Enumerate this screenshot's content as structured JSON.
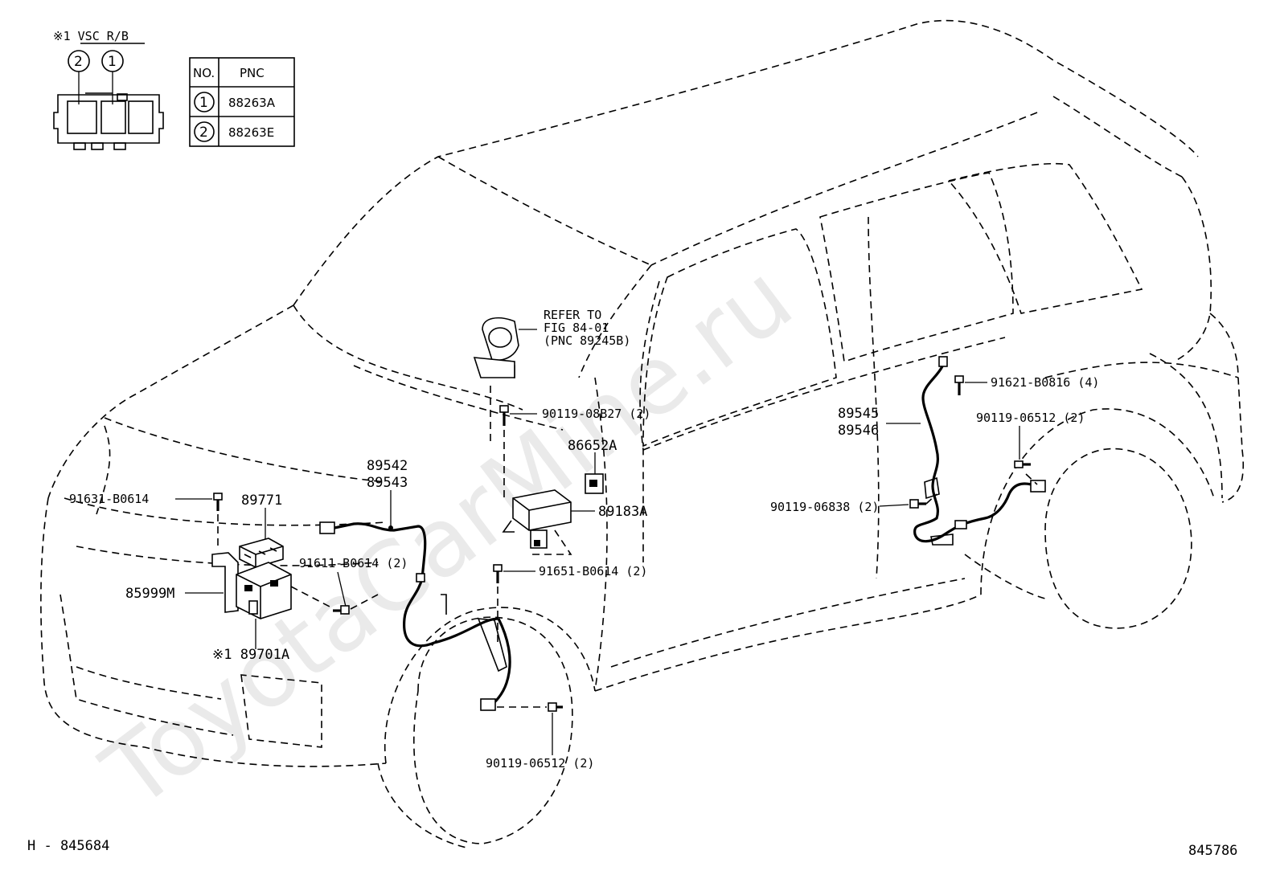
{
  "watermark": "ToyotaCarMine.ru",
  "inset": {
    "title": "※1 VSC R/B",
    "terminals": [
      "2",
      "1"
    ]
  },
  "pnc_table": {
    "headers": [
      "NO.",
      "PNC"
    ],
    "rows": [
      {
        "no": "1",
        "pnc": "88263A"
      },
      {
        "no": "2",
        "pnc": "88263E"
      }
    ]
  },
  "labels": {
    "refer_line1": "REFER TO",
    "refer_line2": "FIG 84-01",
    "refer_line3": "(PNC 89245B)",
    "p_9011908b27": "90119-08B27 (2)",
    "p_86652a": "86652A",
    "p_89183a": "89183A",
    "p_89542": "89542",
    "p_89543": "89543",
    "p_91631": "91631-B0614",
    "p_89771": "89771",
    "p_91611": "91611-B0614 (2)",
    "p_91651": "91651-B0614 (2)",
    "p_85999m": "85999M",
    "p_89701a": "※1 89701A",
    "p_9011906512_front": "90119-06512 (2)",
    "p_89545": "89545",
    "p_89546": "89546",
    "p_91621": "91621-B0816 (4)",
    "p_9011906512_rear": "90119-06512 (2)",
    "p_9011906838": "90119-06838 (2)"
  },
  "footer": {
    "left": "H - 845684",
    "right": "845786"
  }
}
